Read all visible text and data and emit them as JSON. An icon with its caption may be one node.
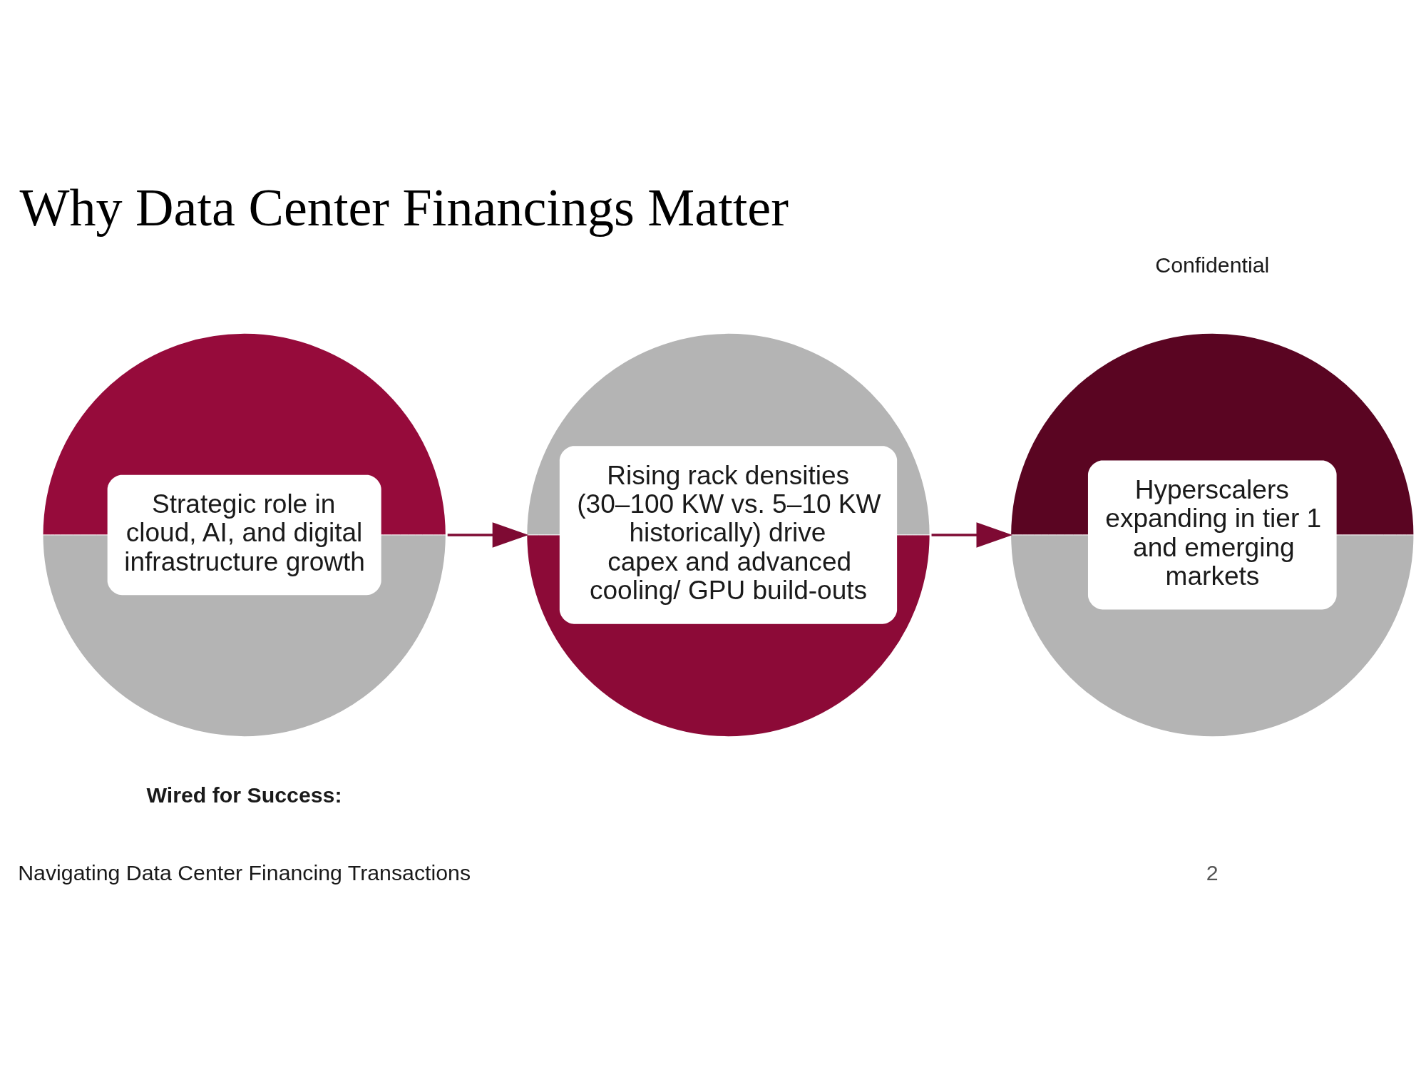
{
  "diagram": {
    "title": "Why Data Center Financings Matter",
    "nodes": [
      {
        "text": [
          "Strategic role in cloud, AI, and digital infrastructure growth"
        ]
      },
      {
        "text": [
          "Rising rack densities (30–100 KW vs. 5–10 KW historically) drive capex and advanced cooling/ GPU build-outs"
        ]
      },
      {
        "text": [
          "Hyperscalers expanding in tier 1 and emerging markets"
        ]
      }
    ],
    "edges": [
      {
        "from": 0,
        "to": 1,
        "arrow": "to"
      },
      {
        "from": 1,
        "to": 2,
        "arrow": "to"
      }
    ],
    "labels": [
      "Confidential",
      "Wired for Success:",
      "Navigating Data Center Financing Transactions",
      "2"
    ]
  }
}
